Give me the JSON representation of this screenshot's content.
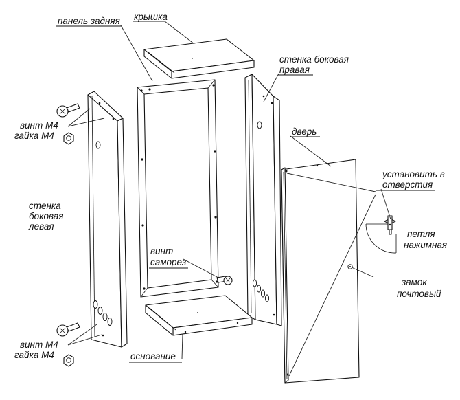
{
  "labels": {
    "panel_back": "панель задняя",
    "lid": "крышка",
    "side_right_1": "стенка боковая",
    "side_right_2": "правая",
    "screw_top": "винт M4",
    "nut_top": "гайка M4",
    "door": "дверь",
    "install_1": "установить в",
    "install_2": "отверстия",
    "side_left_1": "стенка",
    "side_left_2": "боковая",
    "side_left_3": "левая",
    "hinge_1": "петля",
    "hinge_2": "нажимная",
    "self_screw_1": "винт",
    "self_screw_2": "саморез",
    "lock_1": "замок",
    "lock_2": "почтовый",
    "screw_bottom": "винт M4",
    "nut_bottom": "гайка M4",
    "base": "основание"
  }
}
